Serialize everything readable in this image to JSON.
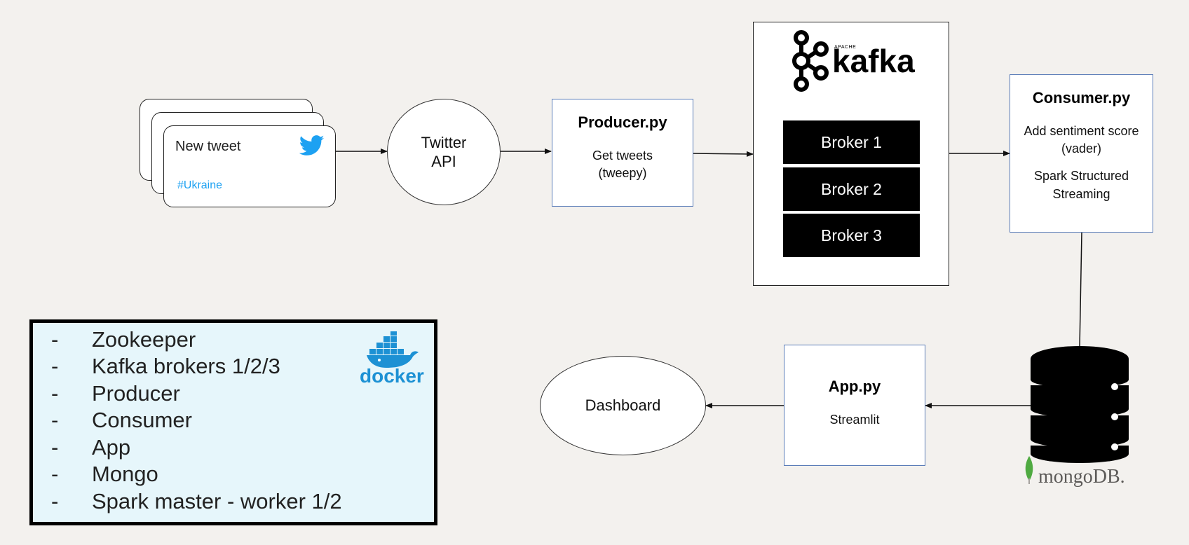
{
  "tweet": {
    "header": "New tweet",
    "hashtag": "#Ukraine"
  },
  "twitter_api": {
    "line1": "Twitter",
    "line2": "API"
  },
  "producer": {
    "title": "Producer.py",
    "line1": "Get tweets",
    "line2": "(tweepy)"
  },
  "kafka": {
    "logo_small": "APACHE",
    "logo_word": "kafka",
    "brokers": [
      "Broker 1",
      "Broker 2",
      "Broker 3"
    ]
  },
  "consumer": {
    "title": "Consumer.py",
    "line1": "Add sentiment score",
    "line2": "(vader)",
    "line3": "Spark Structured",
    "line4": "Streaming"
  },
  "mongodb": {
    "logo_text": "mongoDB."
  },
  "app": {
    "title": "App.py",
    "line1": "Streamlit"
  },
  "dashboard": {
    "label": "Dashboard"
  },
  "docker": {
    "logo_text": "docker",
    "services": [
      "Zookeeper",
      "Kafka brokers 1/2/3",
      "Producer",
      "Consumer",
      "App",
      "Mongo",
      "Spark master - worker 1/2"
    ]
  },
  "colors": {
    "background": "#f3f1ee",
    "box_border": "#5b7db8",
    "twitter_blue": "#1da1f2",
    "docker_blue": "#1d91d4",
    "legend_bg": "#e6f6fb",
    "mongo_green": "#4faa41"
  },
  "icons": [
    "twitter-bird-icon",
    "kafka-logo-icon",
    "database-icon",
    "mongo-leaf-icon",
    "docker-whale-icon"
  ]
}
